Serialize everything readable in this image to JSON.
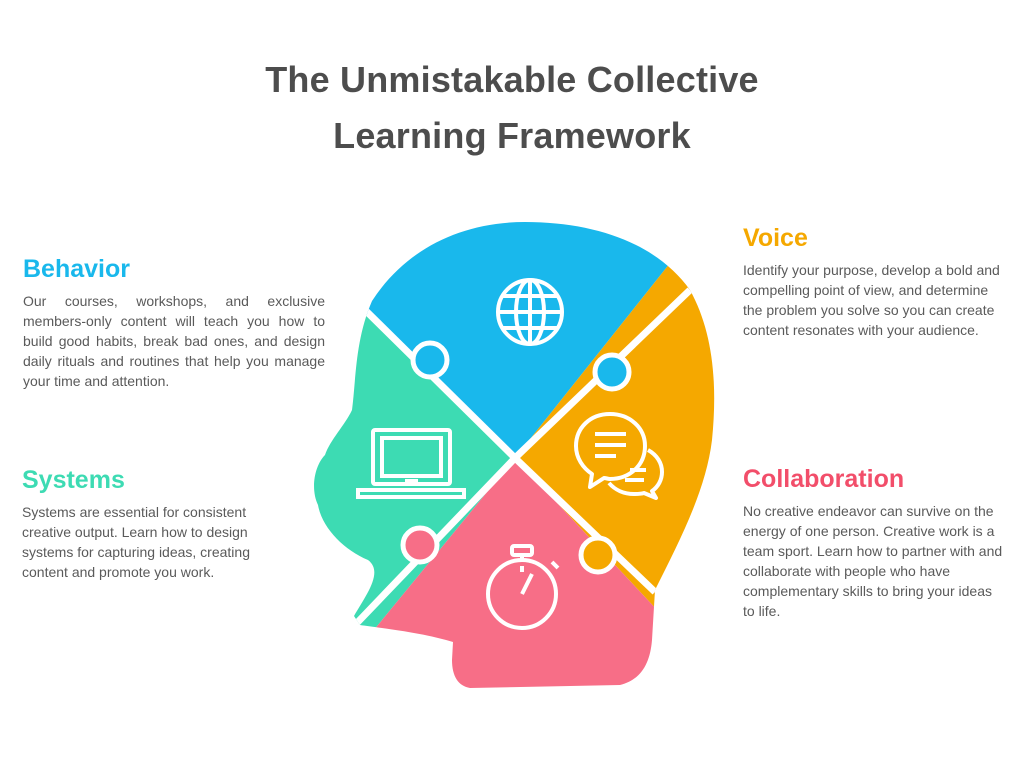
{
  "title": {
    "line1": "The Unmistakable Collective",
    "line2": "Learning Framework"
  },
  "sections": {
    "behavior": {
      "heading": "Behavior",
      "text": "Our courses, workshops, and exclusive members-only content will teach you how to build good habits, break bad ones, and design daily rituals and routines that help you manage your time and attention.",
      "color": "#19b8ec",
      "icon": "globe-icon"
    },
    "systems": {
      "heading": "Systems",
      "text": "Systems are essential for consistent creative output. Learn how to design systems for capturing ideas, creating content and promote you work.",
      "color": "#3ddbb3",
      "icon": "laptop-icon"
    },
    "voice": {
      "heading": "Voice",
      "text": "Identify your purpose, develop a bold and compelling point of view, and determine the problem you solve so you can create content resonates with your audience.",
      "color": "#f5a800",
      "icon": "chat-bubbles-icon"
    },
    "collaboration": {
      "heading": "Collaboration",
      "text": "No creative endeavor can survive on the energy of one person. Creative work is a team sport. Learn how to partner with and collaborate with people who have complementary skills to bring your ideas to life.",
      "color": "#f76e87",
      "icon": "stopwatch-icon"
    }
  }
}
